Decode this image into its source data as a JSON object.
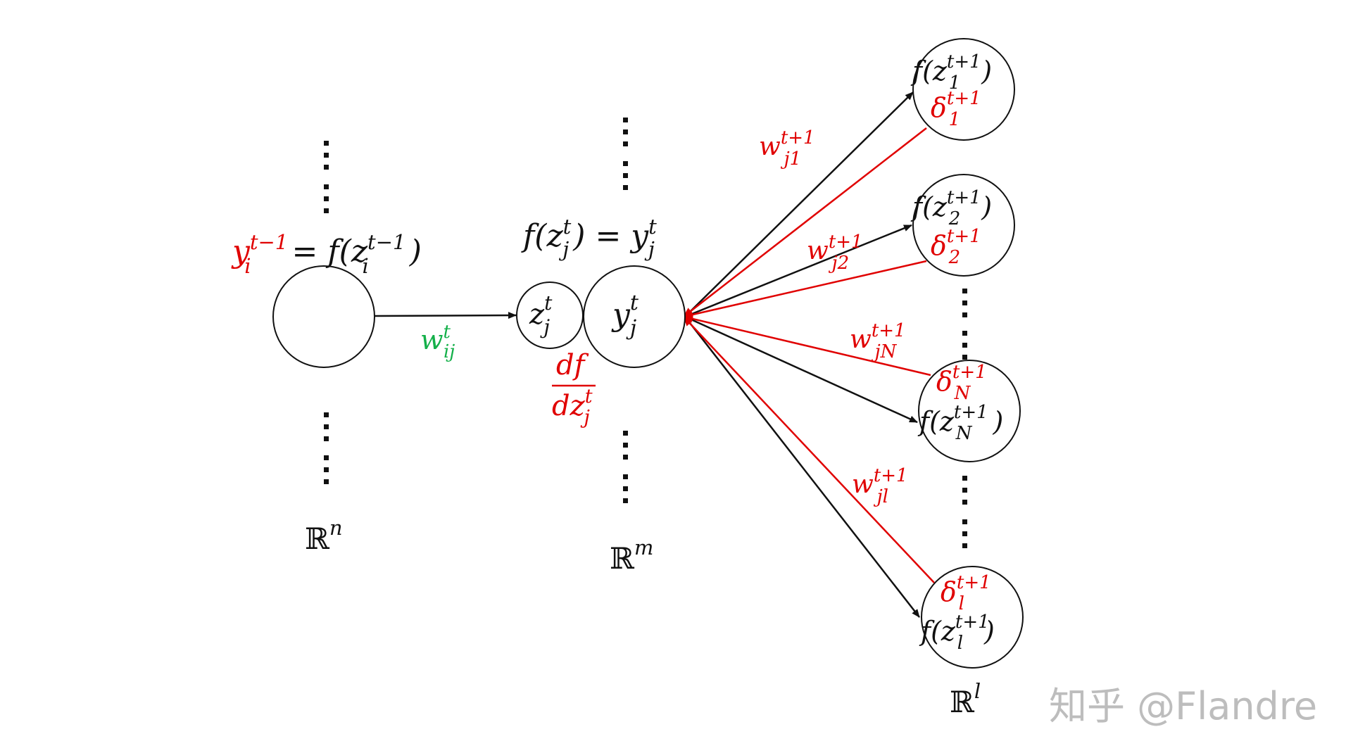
{
  "colors": {
    "forward": "#111111",
    "backward": "#e00000",
    "weight_in": "#14b04a"
  },
  "input_layer": {
    "label_y": "y",
    "label_y_sup": "t−1",
    "label_y_sub": "i",
    "label_eq": "= f(z",
    "label_z_sup": "t−1",
    "label_z_sub": "i",
    "label_close": ")",
    "space": "ℝ",
    "space_sup": "n"
  },
  "hidden_layer": {
    "label_f": "f(z",
    "label_f_sup": "t",
    "label_f_sub": "j",
    "label_eq": ") = y",
    "label_y_sup": "t",
    "label_y_sub": "j",
    "z_node": "z",
    "z_sup": "t",
    "z_sub": "j",
    "y_node": "y",
    "y_sup": "t",
    "y_sub": "j",
    "deriv_num": "df",
    "deriv_den": "dz",
    "deriv_den_sup": "t",
    "deriv_den_sub": "j",
    "space": "ℝ",
    "space_sup": "m"
  },
  "weight_in": {
    "base": "w",
    "sup": "t",
    "sub": "ij"
  },
  "output_nodes": [
    {
      "f": "f(z",
      "sup": "t+1",
      "sub": "1",
      "close": ")",
      "delta": "δ",
      "dsup": "t+1",
      "dsub": "1"
    },
    {
      "f": "f(z",
      "sup": "t+1",
      "sub": "2",
      "close": ")",
      "delta": "δ",
      "dsup": "t+1",
      "dsub": "2"
    },
    {
      "f": "f(z",
      "sup": "t+1",
      "sub": "N",
      "close": ")",
      "delta": "δ",
      "dsup": "t+1",
      "dsub": "N"
    },
    {
      "f": "f(z",
      "sup": "t+1",
      "sub": "l",
      "close": ")",
      "delta": "δ",
      "dsup": "t+1",
      "dsub": "l"
    }
  ],
  "output_weights": [
    {
      "base": "w",
      "sup": "t+1",
      "sub": "j1"
    },
    {
      "base": "w",
      "sup": "t+1",
      "sub": "j2"
    },
    {
      "base": "w",
      "sup": "t+1",
      "sub": "jN"
    },
    {
      "base": "w",
      "sup": "t+1",
      "sub": "jl"
    }
  ],
  "output_layer": {
    "space": "ℝ",
    "space_sup": "l"
  },
  "watermark": "知乎 @Flandre"
}
